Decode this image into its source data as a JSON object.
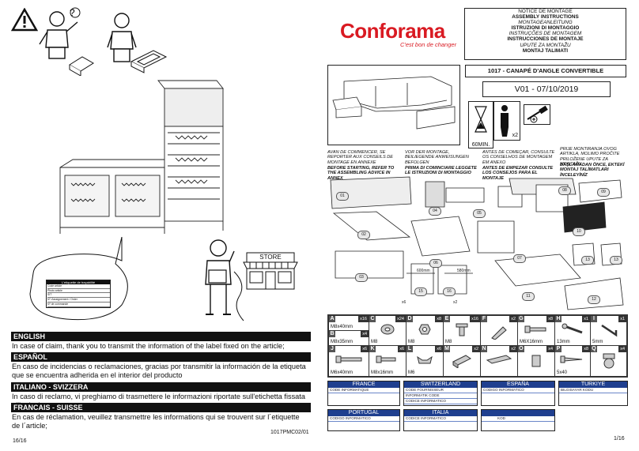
{
  "left_page": {
    "label_box": {
      "title": "L'etiquette de traçabilité",
      "rows": [
        "Code article",
        "Photo article",
        "SIT",
        "Nº d'assignement / Order",
        "Nº de commande",
        "Nº de revenue / reference"
      ]
    },
    "store_sign": "STORE",
    "sections": [
      {
        "header": "ENGLISH",
        "text": "In case of claim, thank you to transmit the information of the label fixed on the article;"
      },
      {
        "header": "ESPAÑOL",
        "text": "En caso de incidencias o reclamaciones, gracias por transmitir la información de la etiqueta que se encuentra adherida en el interior del producto"
      },
      {
        "header": "ITALIANO - SVIZZERA",
        "text": "In caso di reclamo, vi preghiamo di trasmettere le informazioni riportate sull'etichetta fissata all'articolo;"
      },
      {
        "header": "FRANCAIS - SUISSE",
        "text": "En cas de réclamation, veuillez transmettre les informations qui se trouvent sur l´etiquette de l´article;"
      }
    ],
    "page_number": "16/16",
    "doc_code": "1017PMC02/01"
  },
  "right_page": {
    "brand": "Conforama",
    "tagline": "C'est bon de changer",
    "notice_lines": [
      {
        "text": "NOTICE DE MONTAGE",
        "style": ""
      },
      {
        "text": "ASSEMBLY INSTRUCTIONS",
        "style": "b"
      },
      {
        "text": "MONTAGEANLEITUNG",
        "style": "i"
      },
      {
        "text": "ISTRUZIONI DI MONTAGGIO",
        "style": "b"
      },
      {
        "text": "INSTRUÇÕES DE MONTAGEM",
        "style": "i"
      },
      {
        "text": "INSTRUCCIONES DE MONTAJE",
        "style": "b"
      },
      {
        "text": "UPUTE ZA MONTAŽU",
        "style": "i"
      },
      {
        "text": "MONTAJ TALIMATI",
        "style": "b"
      }
    ],
    "product_title": "1017 - CANAPÉ D'ANGLE CONVERTIBLE",
    "version": "V01 - 07/10/2019",
    "time": "60MIN.",
    "persons": "x2",
    "warnings": [
      "AVAN DE COMMENCER, SE REPORTER AUX CONSEILS DE MONTAGE EN ANNEXE",
      "VOR DER MONTAGE, BEILIEGENDE ANWEISUNGEN BEFOLGEN",
      "ANTES DE COMEÇAR, CONSULTE OS CONSELHOS DE MONTAGEM EM ANEXO",
      "PRIJE MONTIRANJA OVOG ARTIKLA, MOLIMO PROČITE PRILOŽENE UPUTE ZA MONTAŽU",
      "BEFORE STARTING, REFER TO THE ASSEMBLING ADVICE IN ANNEX",
      "PRIMA DI COMINCIARE LEGGETE LE ISTRUZIONI DI MONTAGGIO",
      "ANTES DE EMPEZAR CONSULTE LOS CONSEJOS PARA EL MONTAJE",
      "BAŞLAMADAN ÖNCE, EKTEKİ MONTAJ TALİMATLARI İNCELEYİNİZ"
    ],
    "panel_tags": [
      "01",
      "02",
      "03",
      "04",
      "05",
      "06",
      "07",
      "08",
      "09",
      "10",
      "11",
      "12",
      "13",
      "13",
      "15",
      "16"
    ],
    "dimensions": [
      "600mm",
      "580mm"
    ],
    "small_tags": [
      "x6",
      "x2"
    ],
    "parts_row1": [
      {
        "letter": "A",
        "qty": "x16",
        "label": "M8x40mm"
      },
      {
        "letter": "C",
        "qty": "x24",
        "label": "M8"
      },
      {
        "letter": "D",
        "qty": "x8",
        "label": "M8"
      },
      {
        "letter": "E",
        "qty": "x16",
        "label": "M8"
      },
      {
        "letter": "F",
        "qty": "x2",
        "label": ""
      },
      {
        "letter": "G",
        "qty": "x8",
        "label": "M6X16mm"
      },
      {
        "letter": "H",
        "qty": "x1",
        "label": "13mm"
      },
      {
        "letter": "I",
        "qty": "x1",
        "label": "5mm"
      }
    ],
    "part_b": {
      "letter": "B",
      "qty": "x4",
      "label": "M8x35mm"
    },
    "parts_row2": [
      {
        "letter": "J",
        "qty": "x6",
        "label": "M6x40mm"
      },
      {
        "letter": "K",
        "qty": "x6",
        "label": "M8x16mm"
      },
      {
        "letter": "L",
        "qty": "x6",
        "label": "M6"
      },
      {
        "letter": "M",
        "qty": "x2",
        "label": ""
      },
      {
        "letter": "N",
        "qty": "x2",
        "label": ""
      },
      {
        "letter": "O",
        "qty": "x4",
        "label": ""
      },
      {
        "letter": "P",
        "qty": "x8",
        "label": "5x40"
      },
      {
        "letter": "Q",
        "qty": "x4",
        "label": ""
      }
    ],
    "countries": [
      {
        "name": "FRANCE",
        "rows": [
          "CODE INFORMATIQUE",
          "",
          ""
        ]
      },
      {
        "name": "SWITZERLAND",
        "rows": [
          "CODE FOURNISSEUR",
          "INFORMATIK CODE",
          "CODICE INFORMATICO"
        ]
      },
      {
        "name": "ESPAÑA",
        "rows": [
          "CODIGO INFORMATICO",
          "",
          ""
        ]
      },
      {
        "name": "TÜRKIYE",
        "rows": [
          "BILGISAYAR KODU",
          "",
          ""
        ]
      },
      {
        "name": "PORTUGAL",
        "rows": [
          "CODIGO INFORMATICO",
          "",
          ""
        ]
      },
      {
        "name": "ITALIA",
        "rows": [
          "CODICE INFORMATICO",
          "",
          ""
        ]
      },
      {
        "name": "",
        "rows": [
          "KOD",
          "",
          ""
        ]
      }
    ],
    "page_number": "1/16"
  },
  "colors": {
    "brand_red": "#d91a22",
    "header_black": "#111111",
    "country_blue": "#1f3f8f"
  },
  "icons": [
    "warning-icon",
    "person-confused-icon",
    "person-icon",
    "screwdriver-icon",
    "hourglass-icon",
    "plus-icon"
  ]
}
